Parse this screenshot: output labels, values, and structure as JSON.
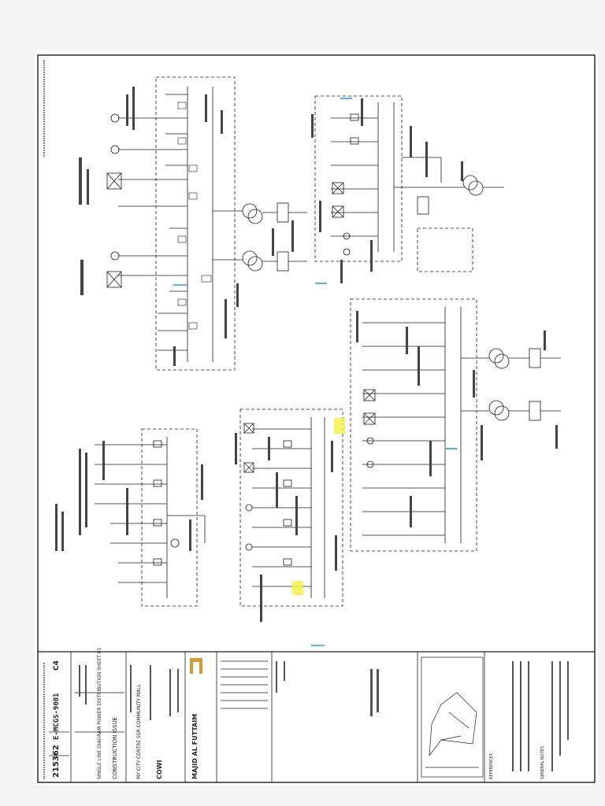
{
  "title_block": {
    "project": "MY CITY CENTRE SSR COMMUNITY MALL",
    "drawing_title": "SINGLE LINE DIAGRAM POWER DISTRIBUTION SHEET 01",
    "status": "CONSTRUCTION ISSUE",
    "client": "MAJID AL FUTTAIM",
    "consultant": "COWI",
    "project_no": "215362",
    "drawing_no": "E-MCGS-9001",
    "revision": "C4"
  },
  "notes_header": "GENERAL NOTES",
  "references_header": "REFERENCES",
  "colors": {
    "line": "#1d1d1d",
    "highlight": "#f2f24a",
    "accent_blue": "#2aa0d8",
    "paper": "#ffffff",
    "background": "#f4f4f4"
  }
}
